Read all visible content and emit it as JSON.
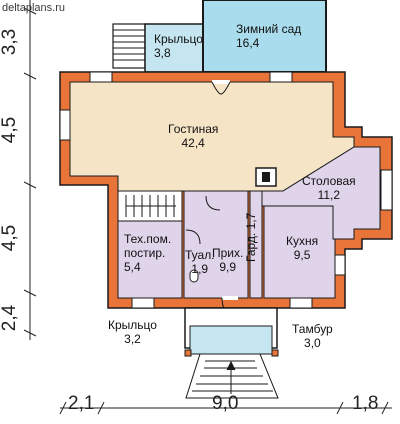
{
  "watermark": "deltaplans.ru",
  "rooms": [
    {
      "id": "porch-top",
      "name": "Крыльцо",
      "area": "3,8"
    },
    {
      "id": "winter-garden",
      "name": "Зимний сад",
      "area": "16,4"
    },
    {
      "id": "living-room",
      "name": "Гостиная",
      "area": "42,4"
    },
    {
      "id": "dining-room",
      "name": "Столовая",
      "area": "11,2"
    },
    {
      "id": "tech-room",
      "name": "Тех.пом.",
      "name2": "постир.",
      "area": "5,4"
    },
    {
      "id": "toilet",
      "name": "Туал.",
      "area": "1,9"
    },
    {
      "id": "hall",
      "name": "Прих.",
      "area": "9,9"
    },
    {
      "id": "wardrobe",
      "name": "Гард.",
      "area": "1,7"
    },
    {
      "id": "kitchen",
      "name": "Кухня",
      "area": "9,5"
    },
    {
      "id": "porch-bottom",
      "name": "Крыльцо",
      "area": "3,2"
    },
    {
      "id": "vestibule",
      "name": "Тамбур",
      "area": "3,0"
    }
  ],
  "dimensions": {
    "vertical": [
      "3,3",
      "4,5",
      "4,5",
      "2,4"
    ],
    "horizontal": [
      "2,1",
      "9,0",
      "1,8"
    ]
  },
  "colors": {
    "wall": "#e8743a",
    "living": "#f6e4c7",
    "purple_room": "#e0d4ea",
    "garden": "#a9dcec",
    "porch_blue": "#c5e6f0",
    "outline": "#1a1a1a"
  }
}
